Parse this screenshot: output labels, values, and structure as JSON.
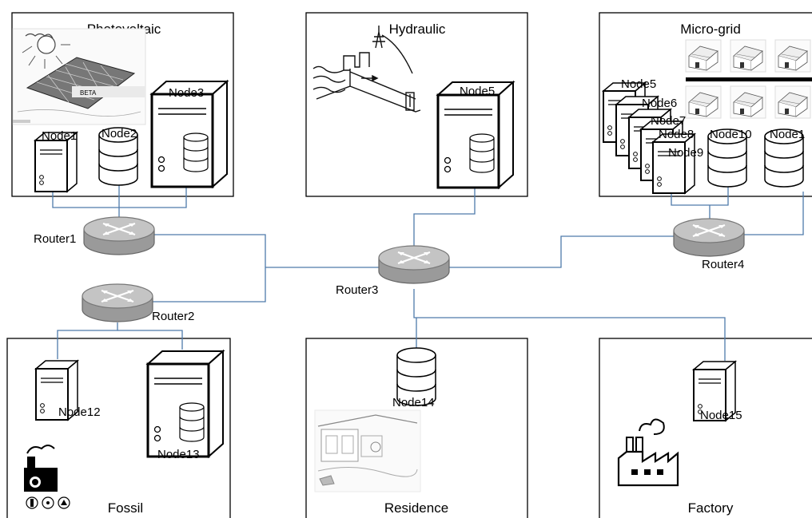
{
  "zones": {
    "photovoltaic": "Photovoltaic",
    "hydraulic": "Hydraulic",
    "microgrid": "Micro-grid",
    "fossil": "Fossil",
    "residence": "Residence",
    "factory": "Factory"
  },
  "nodes": {
    "n1": "Node1",
    "n2": "Node2",
    "n3": "Node3",
    "n5_hyd": "Node5",
    "n5_mg": "Node5",
    "n6": "Node6",
    "n7": "Node7",
    "n8": "Node8",
    "n9": "Node9",
    "n10": "Node10",
    "n11": "Node1",
    "n12": "Node12",
    "n13": "Node13",
    "n14": "Node14",
    "n15": "Node15"
  },
  "routers": {
    "r1": "Router1",
    "r2": "Router2",
    "r3": "Router3",
    "r4": "Router4"
  },
  "photo_watermark": "BETA"
}
